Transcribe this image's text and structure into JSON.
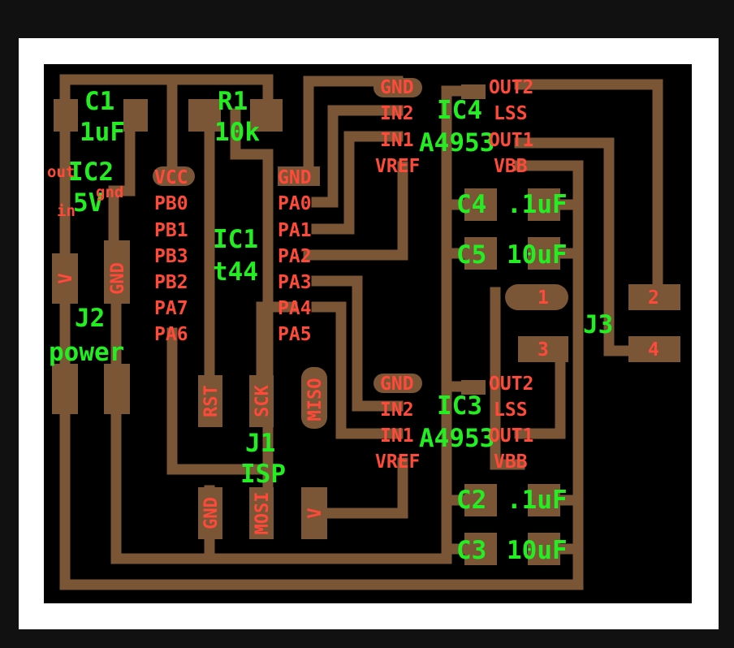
{
  "colors": {
    "background": "#111111",
    "frame": "#ffffff",
    "board": "#000000",
    "copper": "#7a5536",
    "pin_text": "#ff4a3a",
    "label_text": "#22ee22"
  },
  "labels": {
    "c1_name": "C1",
    "c1_value": "1uF",
    "r1_name": "R1",
    "r1_value": "10k",
    "ic2_name": "IC2",
    "ic2_value": "5V",
    "ic1_name": "IC1",
    "ic1_value": "t44",
    "ic4_name": "IC4",
    "ic4_value": "A4953",
    "ic3_name": "IC3",
    "ic3_value": "A4953",
    "c4_name": "C4",
    "c4_value": ".1uF",
    "c5_name": "C5",
    "c5_value": "10uF",
    "c2_name": "C2",
    "c2_value": ".1uF",
    "c3_name": "C3",
    "c3_value": "10uF",
    "j2_name": "J2",
    "j2_value": "power",
    "j1_name": "J1",
    "j1_value": "ISP",
    "j3_name": "J3"
  },
  "ic2_pins": {
    "out": "out",
    "in": "in",
    "gnd": "gnd"
  },
  "ic1_left_pins": [
    "VCC",
    "PB0",
    "PB1",
    "PB3",
    "PB2",
    "PA7",
    "PA6"
  ],
  "ic1_right_pins": [
    "GND",
    "PA0",
    "PA1",
    "PA2",
    "PA3",
    "PA4",
    "PA5"
  ],
  "ic4_left_pins": [
    "GND",
    "IN2",
    "IN1",
    "VREF"
  ],
  "ic4_right_pins": [
    "OUT2",
    "LSS",
    "OUT1",
    "VBB"
  ],
  "ic3_left_pins": [
    "GND",
    "IN2",
    "IN1",
    "VREF"
  ],
  "ic3_right_pins": [
    "OUT2",
    "LSS",
    "OUT1",
    "VBB"
  ],
  "j2_pins": [
    "V",
    "GND"
  ],
  "j1_pins": [
    "RST",
    "SCK",
    "MISO",
    "GND",
    "MOSI",
    "V"
  ],
  "j3_pins": [
    "1",
    "2",
    "3",
    "4"
  ]
}
